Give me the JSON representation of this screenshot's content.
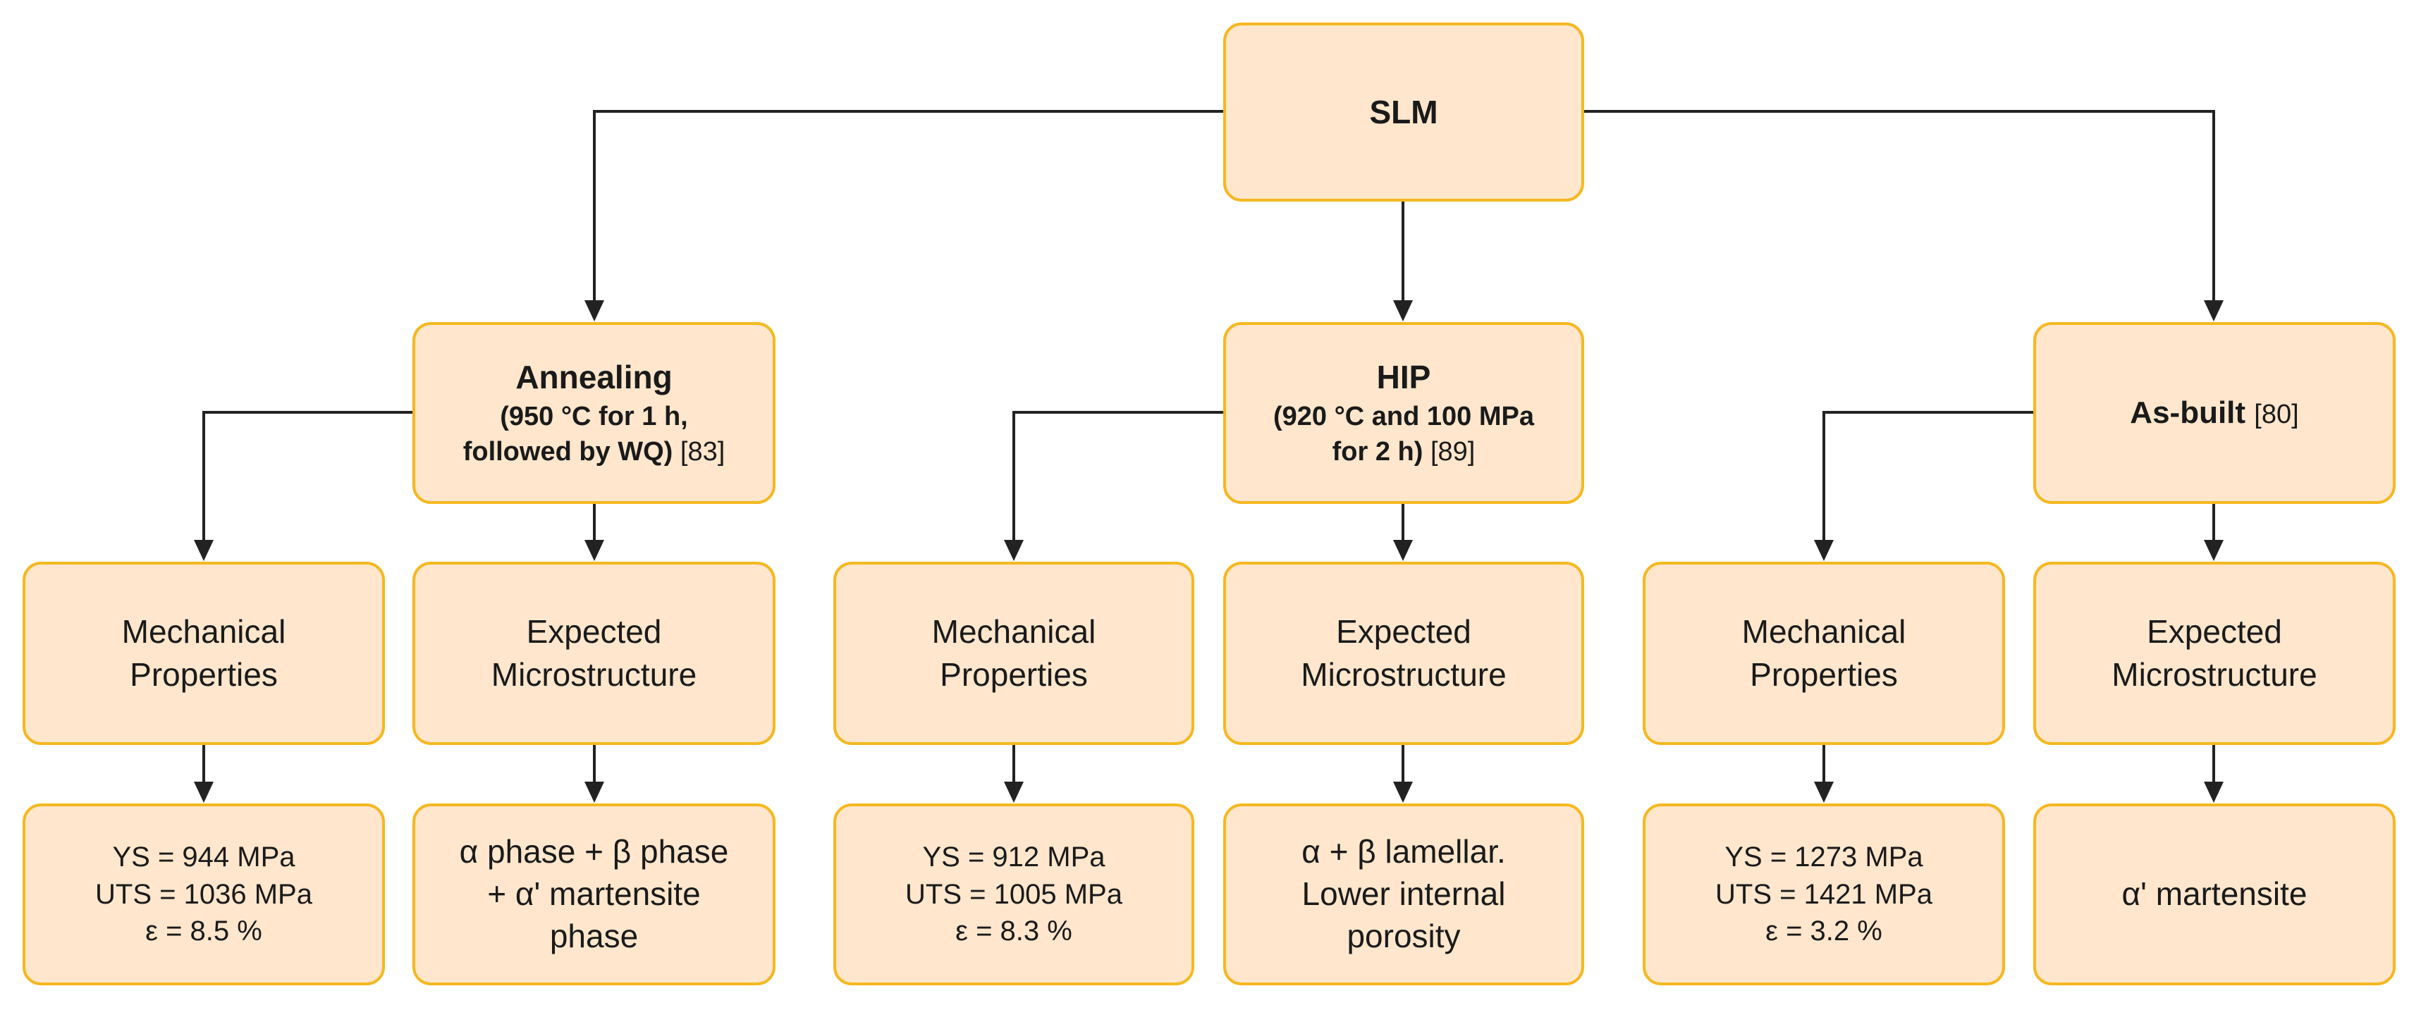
{
  "root": {
    "label": "SLM"
  },
  "treatments": [
    {
      "title": "Annealing",
      "detail_line1": "(950 °C for 1 h,",
      "detail_line2": "followed by WQ)",
      "ref": "[83]",
      "mech_label_1": "Mechanical",
      "mech_label_2": "Properties",
      "micro_label_1": "Expected",
      "micro_label_2": "Microstructure",
      "ys": "YS = 944 MPa",
      "uts": "UTS = 1036 MPa",
      "elong": "ε =  8.5 %",
      "micro_1": "α phase + β phase",
      "micro_2": "+ α' martensite",
      "micro_3": "phase"
    },
    {
      "title": "HIP",
      "detail_line1": "(920 °C and 100 MPa",
      "detail_line2": "for 2 h)",
      "ref": "[89]",
      "mech_label_1": "Mechanical",
      "mech_label_2": "Properties",
      "micro_label_1": "Expected",
      "micro_label_2": "Microstructure",
      "ys": "YS = 912 MPa",
      "uts": "UTS = 1005 MPa",
      "elong": "ε =  8.3 %",
      "micro_1": "α + β lamellar.",
      "micro_2": "Lower internal",
      "micro_3": "porosity"
    },
    {
      "title": "As-built",
      "ref": "[80]",
      "mech_label_1": "Mechanical",
      "mech_label_2": "Properties",
      "micro_label_1": "Expected",
      "micro_label_2": "Microstructure",
      "ys": "YS = 1273 MPa",
      "uts": "UTS = 1421 MPa",
      "elong": "ε =  3.2 %",
      "micro_1": "α' martensite"
    }
  ]
}
